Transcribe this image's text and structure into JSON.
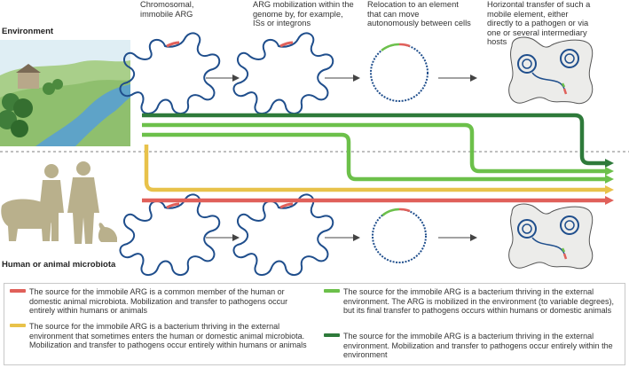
{
  "headers": [
    "Chromosomal, immobile ARG",
    "ARG mobilization within the genome by, for example, ISs or integrons",
    "Relocation to an element that can move autonomously between cells",
    "Horizontal transfer of such a mobile element, either directly to a pathogen or via one or several intermediary hosts"
  ],
  "sides": {
    "environment": "Environment",
    "human": "Human or animal microbiota"
  },
  "colors": {
    "red": "#e0605a",
    "yellow": "#e8c24a",
    "light_green": "#6cc04a",
    "dark_green": "#2e7a3a",
    "genome": "#1f4e8c"
  },
  "legend": [
    {
      "color": "#e0605a",
      "text": "The source for the immobile ARG is a common member of the human or domestic animal microbiota. Mobilization and transfer to pathogens occur entirely within humans or animals"
    },
    {
      "color": "#e8c24a",
      "text": "The source for the immobile ARG is a bacterium thriving in the external environment that sometimes enters the human or domestic animal microbiota. Mobilization and transfer to pathogens occur entirely within humans or animals"
    },
    {
      "color": "#6cc04a",
      "text": "The source for the immobile ARG is a bacterium thriving in the external environment. The ARG is mobilized in the environment (to variable degrees), but its final transfer to pathogens occurs within humans or domestic animals"
    },
    {
      "color": "#2e7a3a",
      "text": "The source for the immobile ARG is a bacterium thriving in the external environment. Mobilization and transfer to pathogens occur entirely within the environment"
    }
  ]
}
